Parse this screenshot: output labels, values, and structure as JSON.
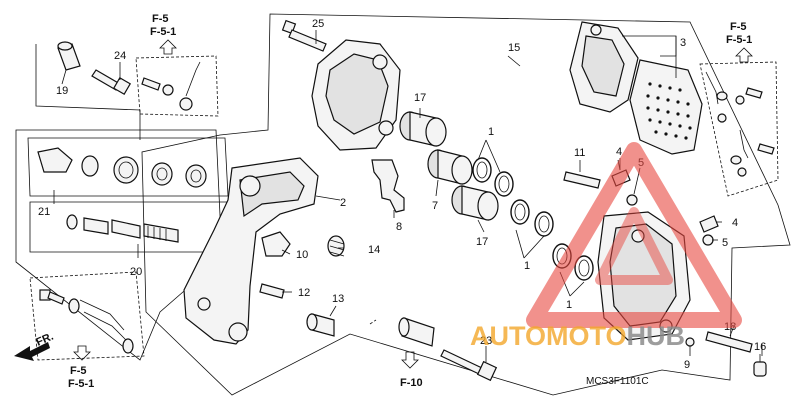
{
  "diagram": {
    "callouts": {
      "c1": "1",
      "c2": "2",
      "c3": "3",
      "c4": "4",
      "c5": "5",
      "c7": "7",
      "c8": "8",
      "c9": "9",
      "c10": "10",
      "c11": "11",
      "c12": "12",
      "c13": "13",
      "c14": "14",
      "c15": "15",
      "c16": "16",
      "c17": "17",
      "c18": "18",
      "c19": "19",
      "c20": "20",
      "c21": "21",
      "c23": "23",
      "c24": "24",
      "c25": "25"
    },
    "refs": {
      "f5": "F-5",
      "f51": "F-5-1",
      "f10": "F-10"
    },
    "direction": "FR.",
    "code": "MCS3F1101C"
  },
  "watermark": {
    "brand_left": "AUTOMOTO",
    "brand_right": "HUB",
    "color_left": "#f2a62a",
    "color_right": "#8c8c8c",
    "triangle_color": "#e8483f"
  }
}
